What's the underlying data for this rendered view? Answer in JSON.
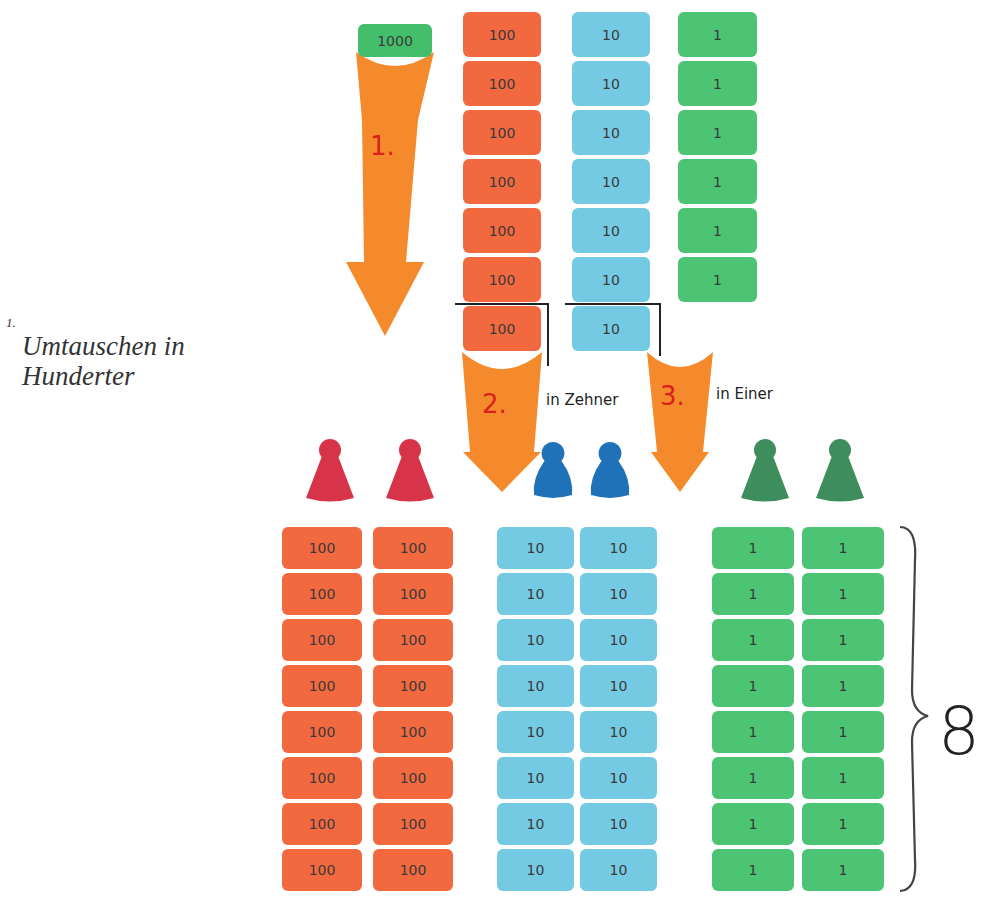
{
  "diagram": {
    "nodes": [
      {
        "text": [
          "1000"
        ]
      },
      {
        "text": [
          "100"
        ]
      },
      {
        "text": [
          "100"
        ]
      },
      {
        "text": [
          "100"
        ]
      },
      {
        "text": [
          "100"
        ]
      },
      {
        "text": [
          "100"
        ]
      },
      {
        "text": [
          "100"
        ]
      },
      {
        "text": [
          "100"
        ]
      },
      {
        "text": [
          "10"
        ]
      },
      {
        "text": [
          "10"
        ]
      },
      {
        "text": [
          "10"
        ]
      },
      {
        "text": [
          "10"
        ]
      },
      {
        "text": [
          "10"
        ]
      },
      {
        "text": [
          "10"
        ]
      },
      {
        "text": [
          "10"
        ]
      },
      {
        "text": [
          "1"
        ]
      },
      {
        "text": [
          "1"
        ]
      },
      {
        "text": [
          "1"
        ]
      },
      {
        "text": [
          "1"
        ]
      },
      {
        "text": [
          "1"
        ]
      },
      {
        "text": [
          "1"
        ]
      },
      {
        "text": [
          "100"
        ]
      },
      {
        "text": [
          "100"
        ]
      },
      {
        "text": [
          "100"
        ]
      },
      {
        "text": [
          "100"
        ]
      },
      {
        "text": [
          "100"
        ]
      },
      {
        "text": [
          "100"
        ]
      },
      {
        "text": [
          "100"
        ]
      },
      {
        "text": [
          "100"
        ]
      },
      {
        "text": [
          "100"
        ]
      },
      {
        "text": [
          "100"
        ]
      },
      {
        "text": [
          "100"
        ]
      },
      {
        "text": [
          "100"
        ]
      },
      {
        "text": [
          "100"
        ]
      },
      {
        "text": [
          "100"
        ]
      },
      {
        "text": [
          "100"
        ]
      },
      {
        "text": [
          "100"
        ]
      },
      {
        "text": [
          "10"
        ]
      },
      {
        "text": [
          "10"
        ]
      },
      {
        "text": [
          "10"
        ]
      },
      {
        "text": [
          "10"
        ]
      },
      {
        "text": [
          "10"
        ]
      },
      {
        "text": [
          "10"
        ]
      },
      {
        "text": [
          "10"
        ]
      },
      {
        "text": [
          "10"
        ]
      },
      {
        "text": [
          "10"
        ]
      },
      {
        "text": [
          "10"
        ]
      },
      {
        "text": [
          "10"
        ]
      },
      {
        "text": [
          "10"
        ]
      },
      {
        "text": [
          "10"
        ]
      },
      {
        "text": [
          "10"
        ]
      },
      {
        "text": [
          "10"
        ]
      },
      {
        "text": [
          "10"
        ]
      },
      {
        "text": [
          "1"
        ]
      },
      {
        "text": [
          "1"
        ]
      },
      {
        "text": [
          "1"
        ]
      },
      {
        "text": [
          "1"
        ]
      },
      {
        "text": [
          "1"
        ]
      },
      {
        "text": [
          "1"
        ]
      },
      {
        "text": [
          "1"
        ]
      },
      {
        "text": [
          "1"
        ]
      },
      {
        "text": [
          "1"
        ]
      },
      {
        "text": [
          "1"
        ]
      },
      {
        "text": [
          "1"
        ]
      },
      {
        "text": [
          "1"
        ]
      },
      {
        "text": [
          "1"
        ]
      },
      {
        "text": [
          "1"
        ]
      },
      {
        "text": [
          "1"
        ]
      },
      {
        "text": [
          "1"
        ]
      }
    ],
    "labels": [
      "1.",
      "1.",
      "Umtauschen in Hunderter",
      "2.",
      "in Zehner",
      "3.",
      "in Einer",
      "8"
    ]
  }
}
